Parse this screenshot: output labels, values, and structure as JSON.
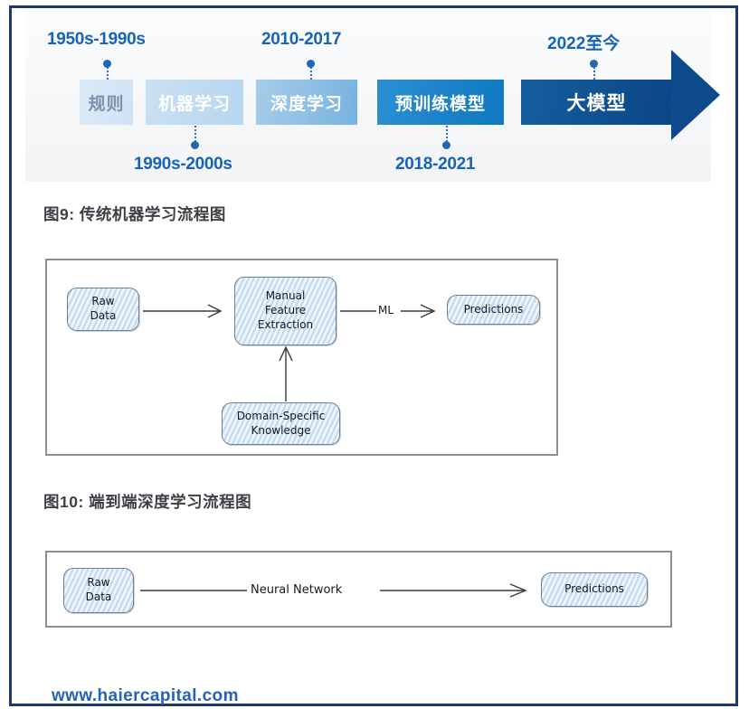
{
  "timeline": {
    "stages": [
      {
        "label": "规则",
        "period": "1950s-1990s",
        "period_position": "above"
      },
      {
        "label": "机器学习",
        "period": "1990s-2000s",
        "period_position": "below"
      },
      {
        "label": "深度学习",
        "period": "2010-2017",
        "period_position": "above"
      },
      {
        "label": "预训练模型",
        "period": "2018-2021",
        "period_position": "below"
      },
      {
        "label": "大模型",
        "period": "2022至今",
        "period_position": "above"
      }
    ],
    "colors": {
      "stage_1": "#d6e6f5",
      "stage_2": "#bcd9f1",
      "stage_3": "#8fc1e6",
      "stage_4": "#1a80c8",
      "stage_5": "#0b4b8f",
      "label_blue": "#1763ba",
      "arrow_navy": "#0c4a8c"
    }
  },
  "figure9": {
    "caption": "图9: 传统机器学习流程图",
    "nodes": {
      "raw_data": {
        "lines": [
          "Raw",
          "Data"
        ]
      },
      "manual_feature_extraction": {
        "lines": [
          "Manual",
          "Feature",
          "Extraction"
        ]
      },
      "predictions": {
        "lines": [
          "Predictions"
        ]
      },
      "domain_knowledge": {
        "lines": [
          "Domain-Specific",
          "Knowledge"
        ]
      }
    },
    "edge_labels": {
      "ml": "ML"
    }
  },
  "figure10": {
    "caption": "图10: 端到端深度学习流程图",
    "nodes": {
      "raw_data": {
        "lines": [
          "Raw",
          "Data"
        ]
      },
      "predictions": {
        "lines": [
          "Predictions"
        ]
      }
    },
    "edge_labels": {
      "neural_network": "Neural Network"
    }
  },
  "footer": {
    "url": "www.haiercapital.com"
  }
}
